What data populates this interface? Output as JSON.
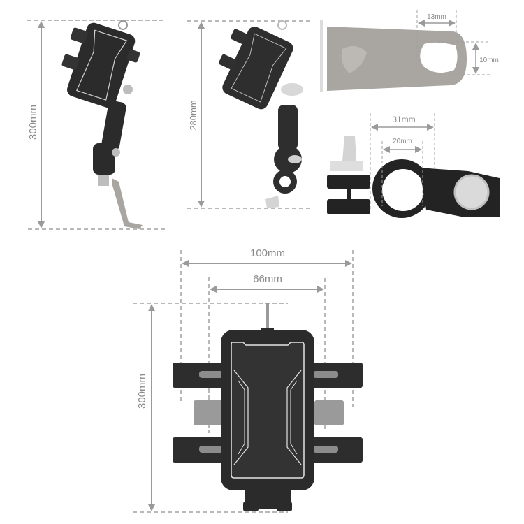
{
  "diagram": {
    "subject": "Motorcycle phone holder dimensions",
    "colors": {
      "dimension_line": "#9a9a9a",
      "label": "#8a8a8a",
      "product_body": "#2b2b2b",
      "product_outline": "#e8e8e8",
      "metal": "#a9a6a2"
    },
    "views": {
      "mirror_mount_side": {
        "height_label": "300mm"
      },
      "handlebar_mount_side": {
        "height_label": "280mm"
      },
      "bracket_detail": {
        "hole_width_label": "13mm",
        "hole_height_label": "10mm"
      },
      "clamp_detail": {
        "outer_width_label": "31mm",
        "inner_width_label": "20mm"
      },
      "front_view": {
        "outer_width_label": "100mm",
        "inner_width_label": "66mm",
        "height_label": "300mm"
      }
    }
  }
}
